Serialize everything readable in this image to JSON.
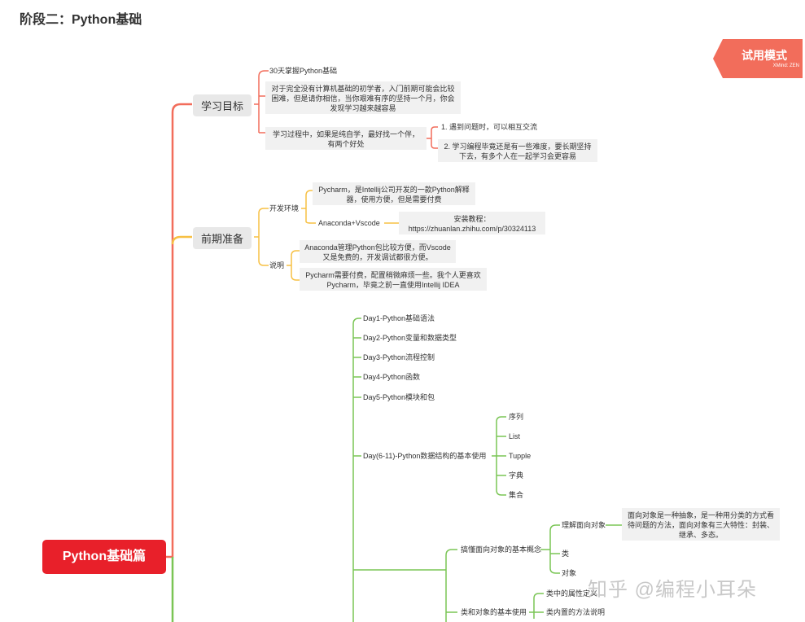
{
  "page": {
    "heading": "阶段二：Python基础"
  },
  "badge": {
    "label": "试用模式",
    "sub": "XMind: ZEN"
  },
  "watermark": "知乎 @编程小耳朵",
  "mindmap": {
    "root": "Python基础篇",
    "goals": {
      "label": "学习目标",
      "item1": "30天掌握Python基础",
      "item2": "对于完全没有计算机基础的初学者，入门前期可能会比较困难，但是请你相信，当你艰难有序的坚持一个月，你会发现学习越来越容易",
      "item3": "学习过程中，如果是纯自学，最好找一个伴，有两个好处",
      "sub1": "1. 遇到问题时，可以相互交流",
      "sub2": "2. 学习编程毕竟还是有一些难度，要长期坚持下去，有多个人在一起学习会更容易"
    },
    "prep": {
      "label": "前期准备",
      "env": "开发环境",
      "pycharm": "Pycharm，是Intellij公司开发的一款Python解释器，使用方便，但是需要付费",
      "anaconda": "Anaconda+Vscode",
      "install": "安装教程：https://zhuanlan.zhihu.com/p/30324113",
      "note": "说明",
      "note1": "Anaconda管理Python包比较方便，而Vscode又是免费的，开发调试都很方便。",
      "note2": "Pycharm需要付费，配置稍微麻烦一些。我个人更喜欢Pycharm，毕竟之前一直使用Intellij IDEA"
    },
    "days": {
      "d1": "Day1-Python基础语法",
      "d2": "Day2-Python变量和数据类型",
      "d3": "Day3-Python流程控制",
      "d4": "Day4-Python函数",
      "d5": "Day5-Python模块和包",
      "d6": "Day(6-11)-Python数据结构的基本使用",
      "ds": [
        "序列",
        "List",
        "Tupple",
        "字典",
        "集合"
      ]
    },
    "oop": {
      "concept": "搞懂面向对象的基本概念",
      "understand": "理解面向对象",
      "understand_desc": "面向对象是一种抽象，是一种用分类的方式看待问题的方法，面向对象有三大特性：封装、继承、多态。",
      "cls": "类",
      "obj": "对象",
      "basic": "类和对象的基本使用",
      "attr": "类中的属性定义",
      "method": "类内置的方法说明"
    }
  },
  "colors": {
    "red": "#e8202a",
    "salmon": "#f26d5b",
    "orange": "#f7c043",
    "green": "#7ac555"
  }
}
